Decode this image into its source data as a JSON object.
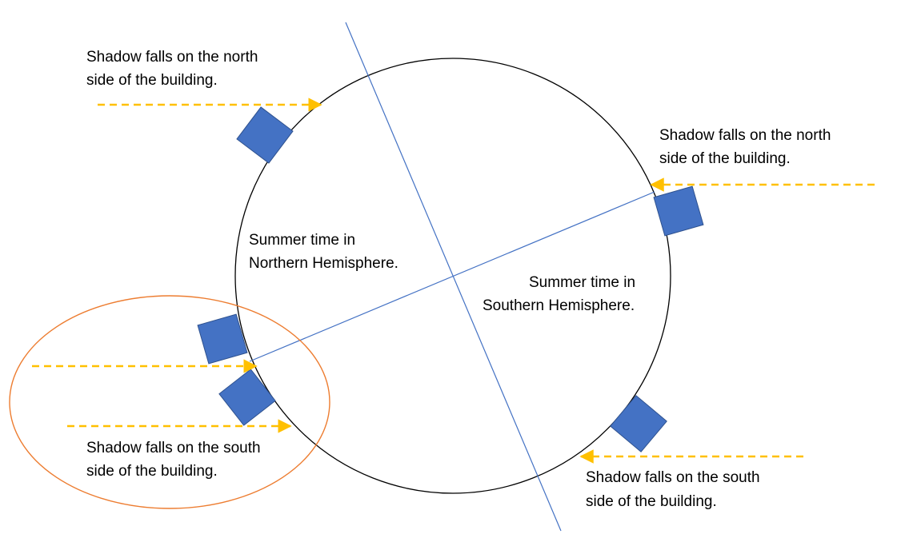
{
  "labels": {
    "top_left": [
      "Shadow falls on the north",
      "side of the building."
    ],
    "top_right": [
      "Shadow falls on the north",
      "side of the building."
    ],
    "bottom_left": [
      "Shadow falls on the south",
      "side of the building."
    ],
    "bottom_right": [
      "Shadow falls on the south",
      "side of the building."
    ],
    "northern_summer": [
      "Summer time in",
      "Northern Hemisphere."
    ],
    "southern_summer": [
      "Summer time in",
      "Southern Hemisphere."
    ]
  },
  "colors": {
    "earth_outline": "#000000",
    "axis_line": "#4472c4",
    "building": "#4472c4",
    "building_edge": "#2f528f",
    "sun_ray": "#ffc000",
    "highlight_ellipse": "#ed7d31"
  }
}
